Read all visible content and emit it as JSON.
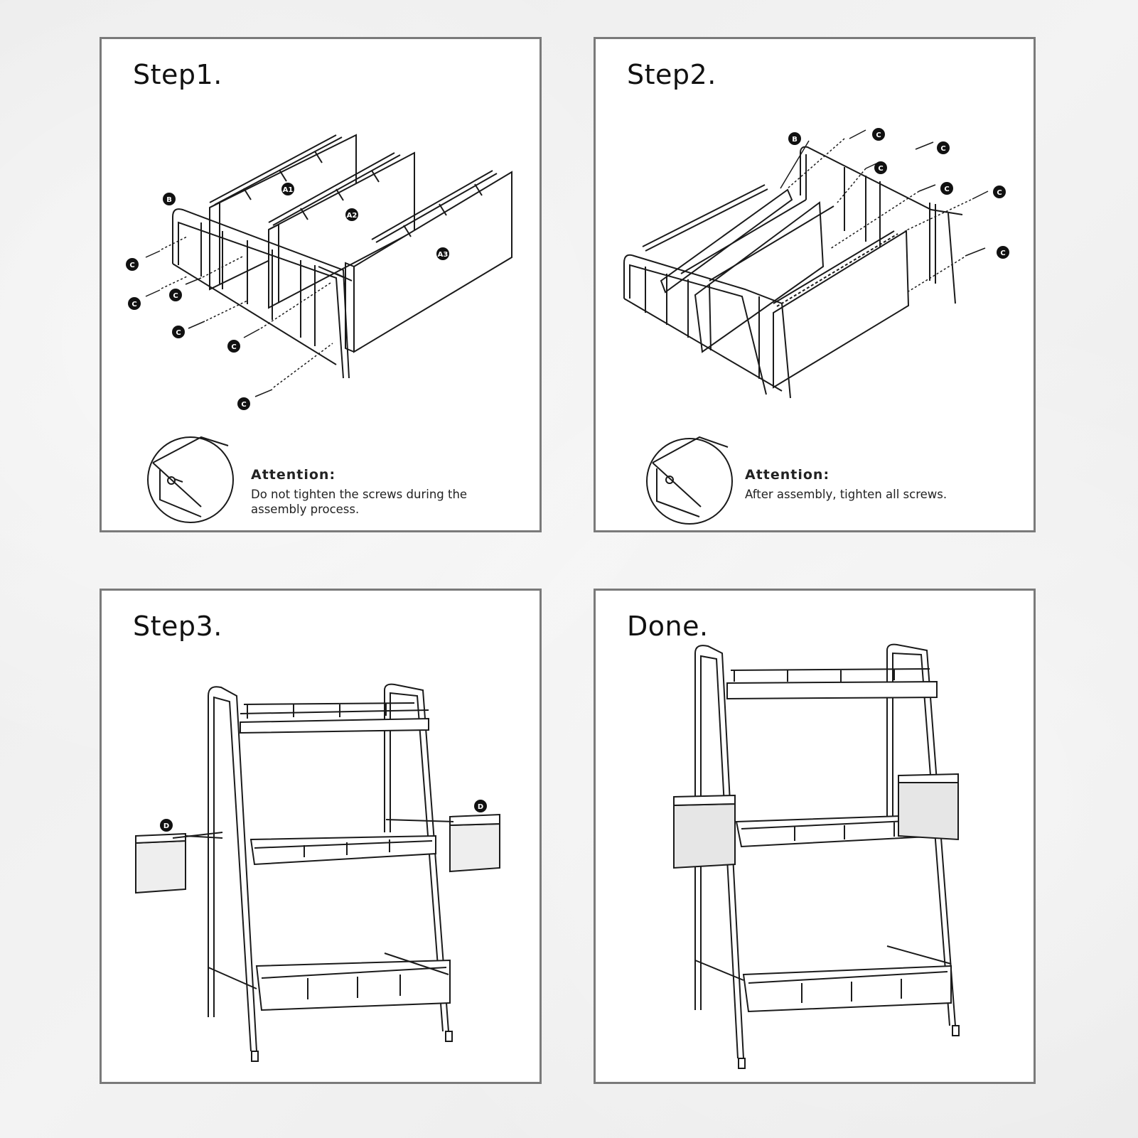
{
  "steps": [
    {
      "title": "Step1.",
      "attention_heading": "Attention:",
      "attention_text": "Do not tighten the screws during the assembly process.",
      "labels": [
        "A1",
        "A2",
        "A3",
        "B",
        "C"
      ]
    },
    {
      "title": "Step2.",
      "attention_heading": "Attention:",
      "attention_text": "After assembly, tighten all screws.",
      "labels": [
        "B",
        "C"
      ]
    },
    {
      "title": "Step3.",
      "labels": [
        "D"
      ]
    },
    {
      "title": "Done."
    }
  ],
  "colors": {
    "line": "#1a1a1a",
    "panel_border": "#7a7a7a",
    "background": "#eeeeee"
  }
}
